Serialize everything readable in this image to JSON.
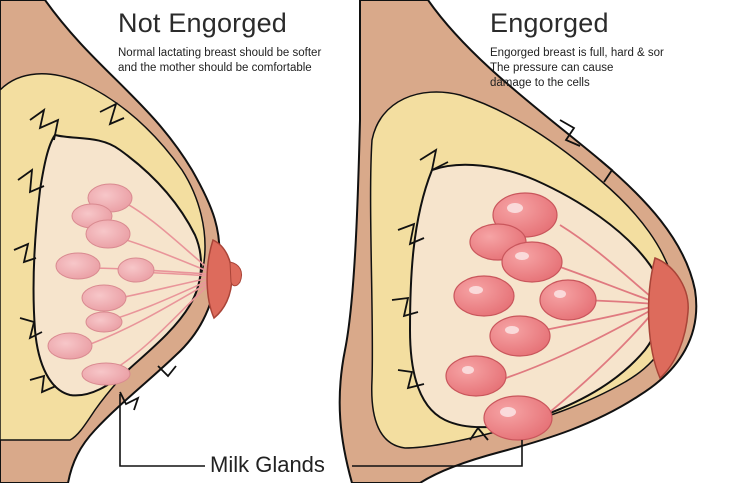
{
  "panels": [
    {
      "title": "Not Engorged",
      "description": [
        "Normal lactating breast should be softer",
        "and the mother should be comfortable"
      ]
    },
    {
      "title": "Engorged",
      "description": [
        "Engorged breast is full, hard & sor",
        "The pressure can cause",
        "damage to the cells"
      ]
    }
  ],
  "callout": {
    "label": "Milk Glands"
  },
  "colors": {
    "skin": "#d9a98a",
    "fat": "#f3dea0",
    "gland_tissue": "#f6e4cc",
    "lobule_left": "#f2b0b4",
    "lobule_right": "#ef8a8c",
    "nipple": "#dd6b5c",
    "outline": "#111111"
  }
}
